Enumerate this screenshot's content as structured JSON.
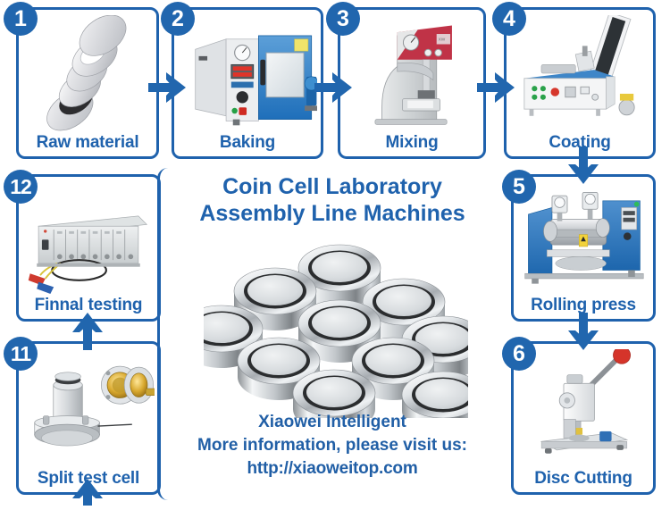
{
  "theme": {
    "accent": "#1f62ad",
    "badge_bg": "#2166ae",
    "text_blue": "#215fa6",
    "background": "#ffffff"
  },
  "center": {
    "title_line1": "Coin Cell Laboratory",
    "title_line2": "Assembly Line Machines",
    "company": "Xiaowei Intelligent",
    "info_line": "More information, please visit us:",
    "url": "http://xiaoweitop.com",
    "image_alt": "coin-cell-batteries"
  },
  "steps": [
    {
      "number": "1",
      "label": "Raw material",
      "art": "electrode-discs"
    },
    {
      "number": "2",
      "label": "Baking",
      "art": "vacuum-drying-oven"
    },
    {
      "number": "3",
      "label": "Mixing",
      "art": "planetary-mixer"
    },
    {
      "number": "4",
      "label": "Coating",
      "art": "coating-machine"
    },
    {
      "number": "5",
      "label": "Rolling press",
      "art": "rolling-press"
    },
    {
      "number": "6",
      "label": "Disc Cutting",
      "art": "disc-cutter"
    },
    {
      "number": "11",
      "label": "Split test cell",
      "art": "split-test-cell"
    },
    {
      "number": "12",
      "label": "Finnal testing",
      "art": "battery-tester"
    }
  ],
  "arrows": [
    {
      "name": "arrow-1-to-2",
      "direction": "right"
    },
    {
      "name": "arrow-2-to-3",
      "direction": "right"
    },
    {
      "name": "arrow-3-to-4",
      "direction": "right"
    },
    {
      "name": "arrow-4-to-5",
      "direction": "down"
    },
    {
      "name": "arrow-5-to-6",
      "direction": "down"
    },
    {
      "name": "arrow-11-to-12",
      "direction": "up"
    },
    {
      "name": "arrow-bottom-to-11",
      "direction": "up"
    }
  ]
}
